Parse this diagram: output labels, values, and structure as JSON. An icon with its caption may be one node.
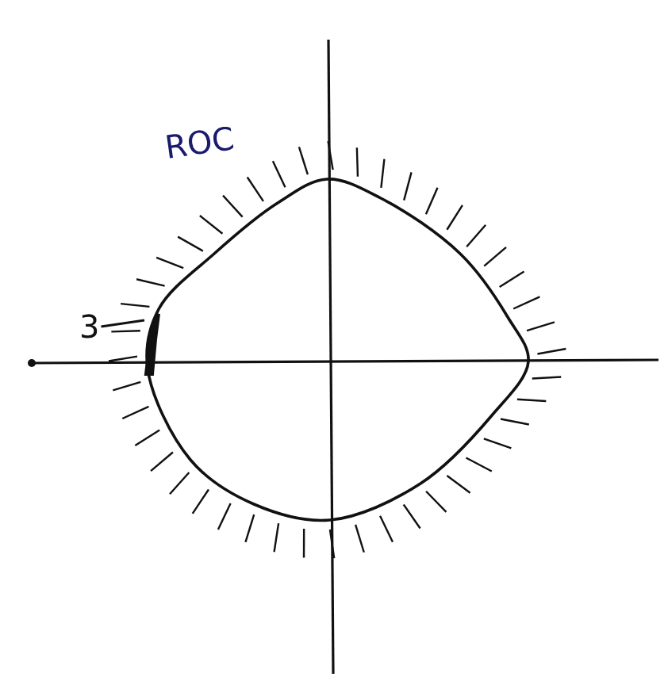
{
  "diagram": {
    "nodes": [
      {
        "text": [
          "3"
        ]
      },
      {
        "text": [],
        "shape": "bar"
      }
    ],
    "edges": [
      {
        "from": 0,
        "to": 1,
        "arrow": "none"
      }
    ],
    "labels": [
      "ROC"
    ]
  }
}
